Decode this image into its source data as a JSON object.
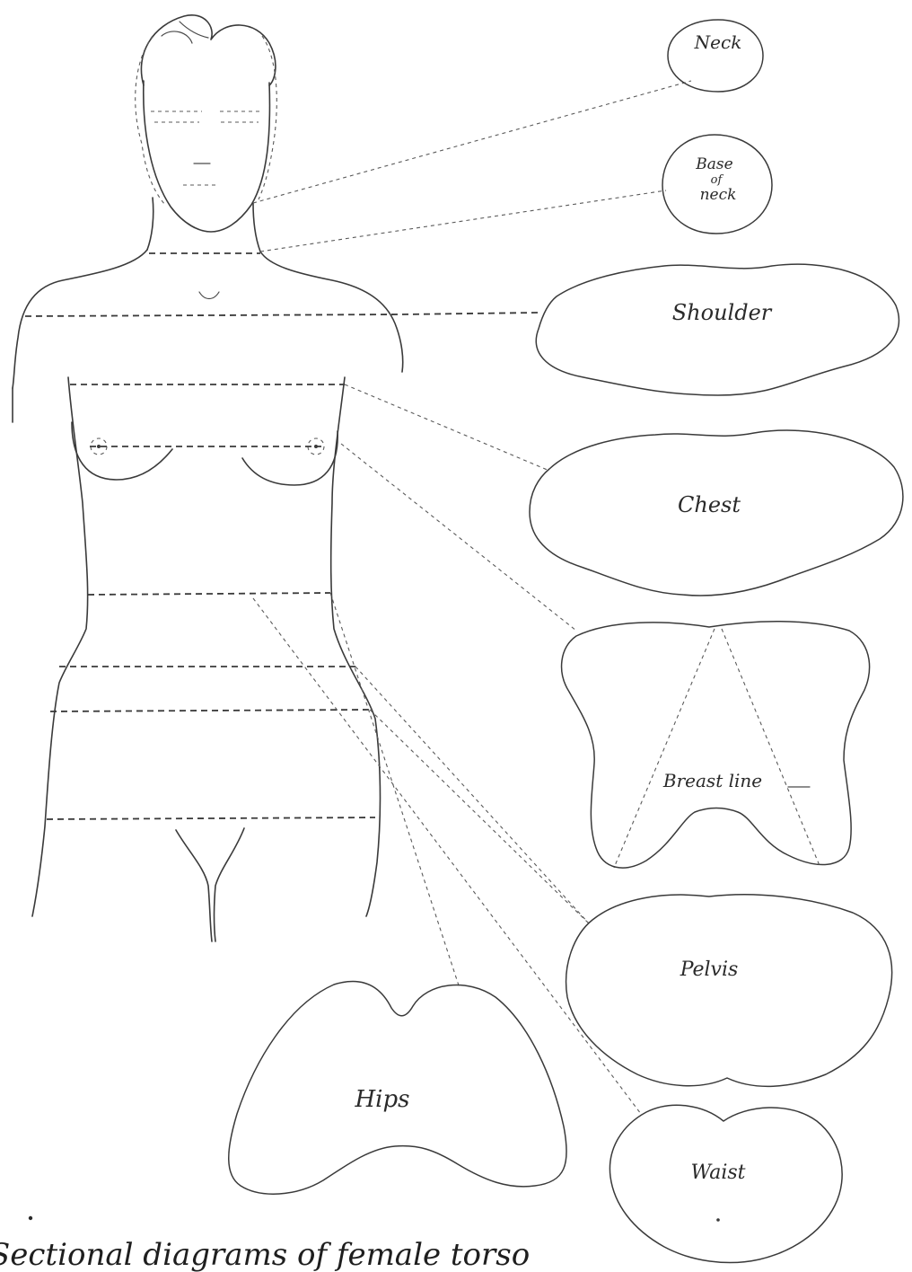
{
  "figure": {
    "caption": "Sectional diagrams of female torso"
  },
  "sections": {
    "neck": "Neck",
    "base_of_neck": [
      "Base",
      "of",
      "neck"
    ],
    "shoulder": "Shoulder",
    "chest": "Chest",
    "breast_line": "Breast line",
    "pelvis": "Pelvis",
    "hips": "Hips",
    "waist": "Waist"
  },
  "colors": {
    "ink": "#3a3a3a",
    "paper": "#ffffff"
  }
}
